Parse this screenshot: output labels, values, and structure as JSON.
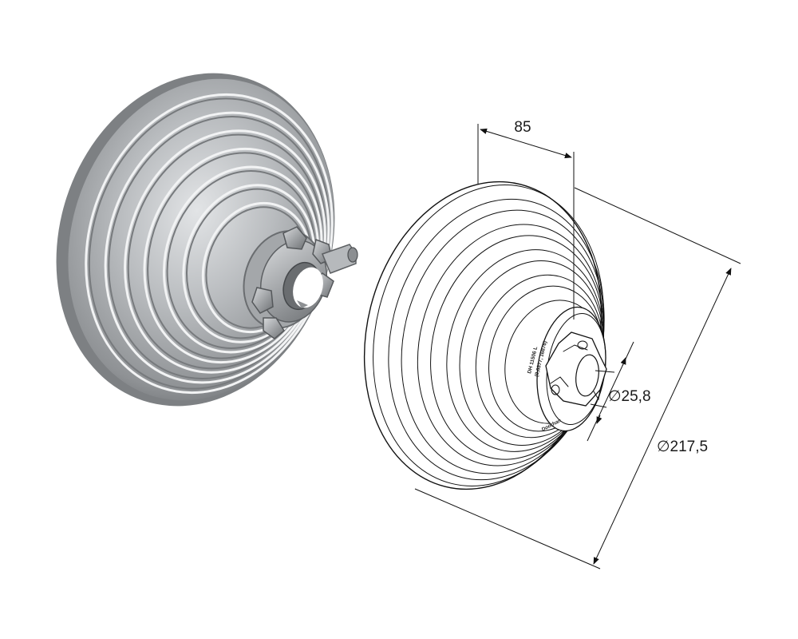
{
  "drawing": {
    "dimensions": {
      "width": "85",
      "shaft_diameter": "∅25,8",
      "outer_diameter": "∅217,5"
    },
    "part_marking": {
      "line1": "DH 11506 L",
      "line2": "(0,8377, 16876)"
    },
    "brand_mark": "Doorhan"
  }
}
